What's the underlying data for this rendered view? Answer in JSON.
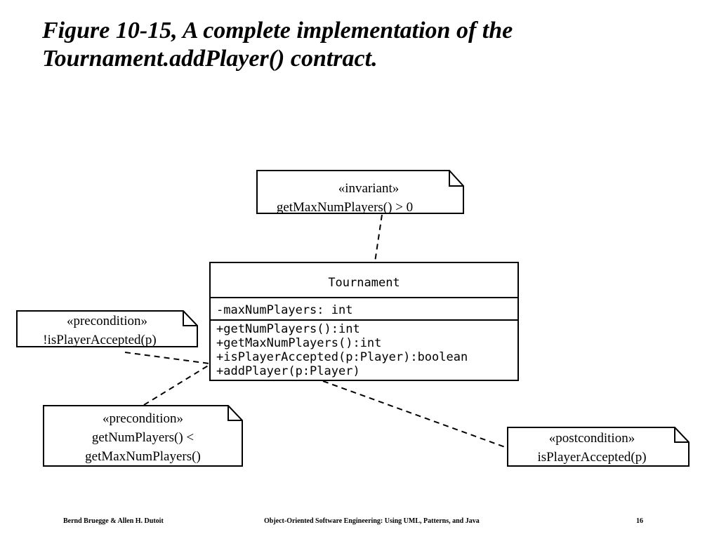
{
  "title": {
    "line1": "Figure 10-15, A complete implementation of the",
    "line2": "Tournament.addPlayer() contract."
  },
  "class": {
    "name": "Tournament",
    "attributes": [
      "-maxNumPlayers: int"
    ],
    "operations": [
      "+getNumPlayers():int",
      "+getMaxNumPlayers():int",
      "+isPlayerAccepted(p:Player):boolean",
      "+addPlayer(p:Player)"
    ]
  },
  "notes": {
    "invariant": {
      "stereotype": "«invariant»",
      "lines": [
        "getMaxNumPlayers() > 0"
      ]
    },
    "precondition_accepted": {
      "stereotype": "«precondition»",
      "lines": [
        "!isPlayerAccepted(p)"
      ]
    },
    "precondition_num": {
      "stereotype": "«precondition»",
      "lines": [
        "getNumPlayers() <",
        "getMaxNumPlayers()"
      ]
    },
    "postcondition": {
      "stereotype": "«postcondition»",
      "lines": [
        "isPlayerAccepted(p)"
      ]
    }
  },
  "footer": {
    "authors": "Bernd Bruegge & Allen H. Dutoit",
    "book": "Object-Oriented Software Engineering: Using UML, Patterns, and Java",
    "page": "16"
  }
}
